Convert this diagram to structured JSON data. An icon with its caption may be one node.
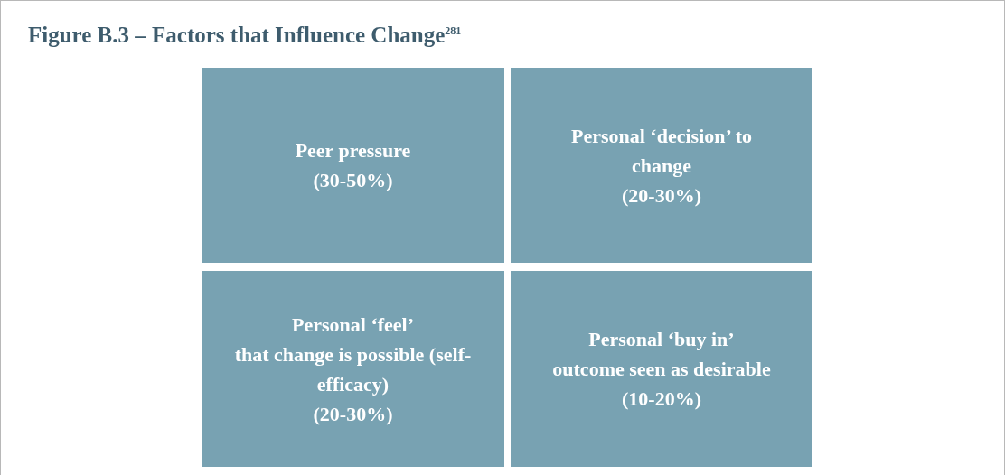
{
  "diagram": {
    "title": "Figure B.3 – Factors that Influence Change$^{281}$",
    "nodes": [
      {
        "text": [
          "Peer pressure",
          "(30-50%)"
        ]
      },
      {
        "text": [
          "Personal ‘decision’ to change",
          "(20-30%)"
        ]
      },
      {
        "text": [
          "Personal ‘feel’",
          "that change is possible (self-efficacy)",
          "(20-30%)"
        ]
      },
      {
        "text": [
          "Personal ‘buy in’",
          "outcome seen as desirable",
          "(10-20%)"
        ]
      }
    ]
  }
}
